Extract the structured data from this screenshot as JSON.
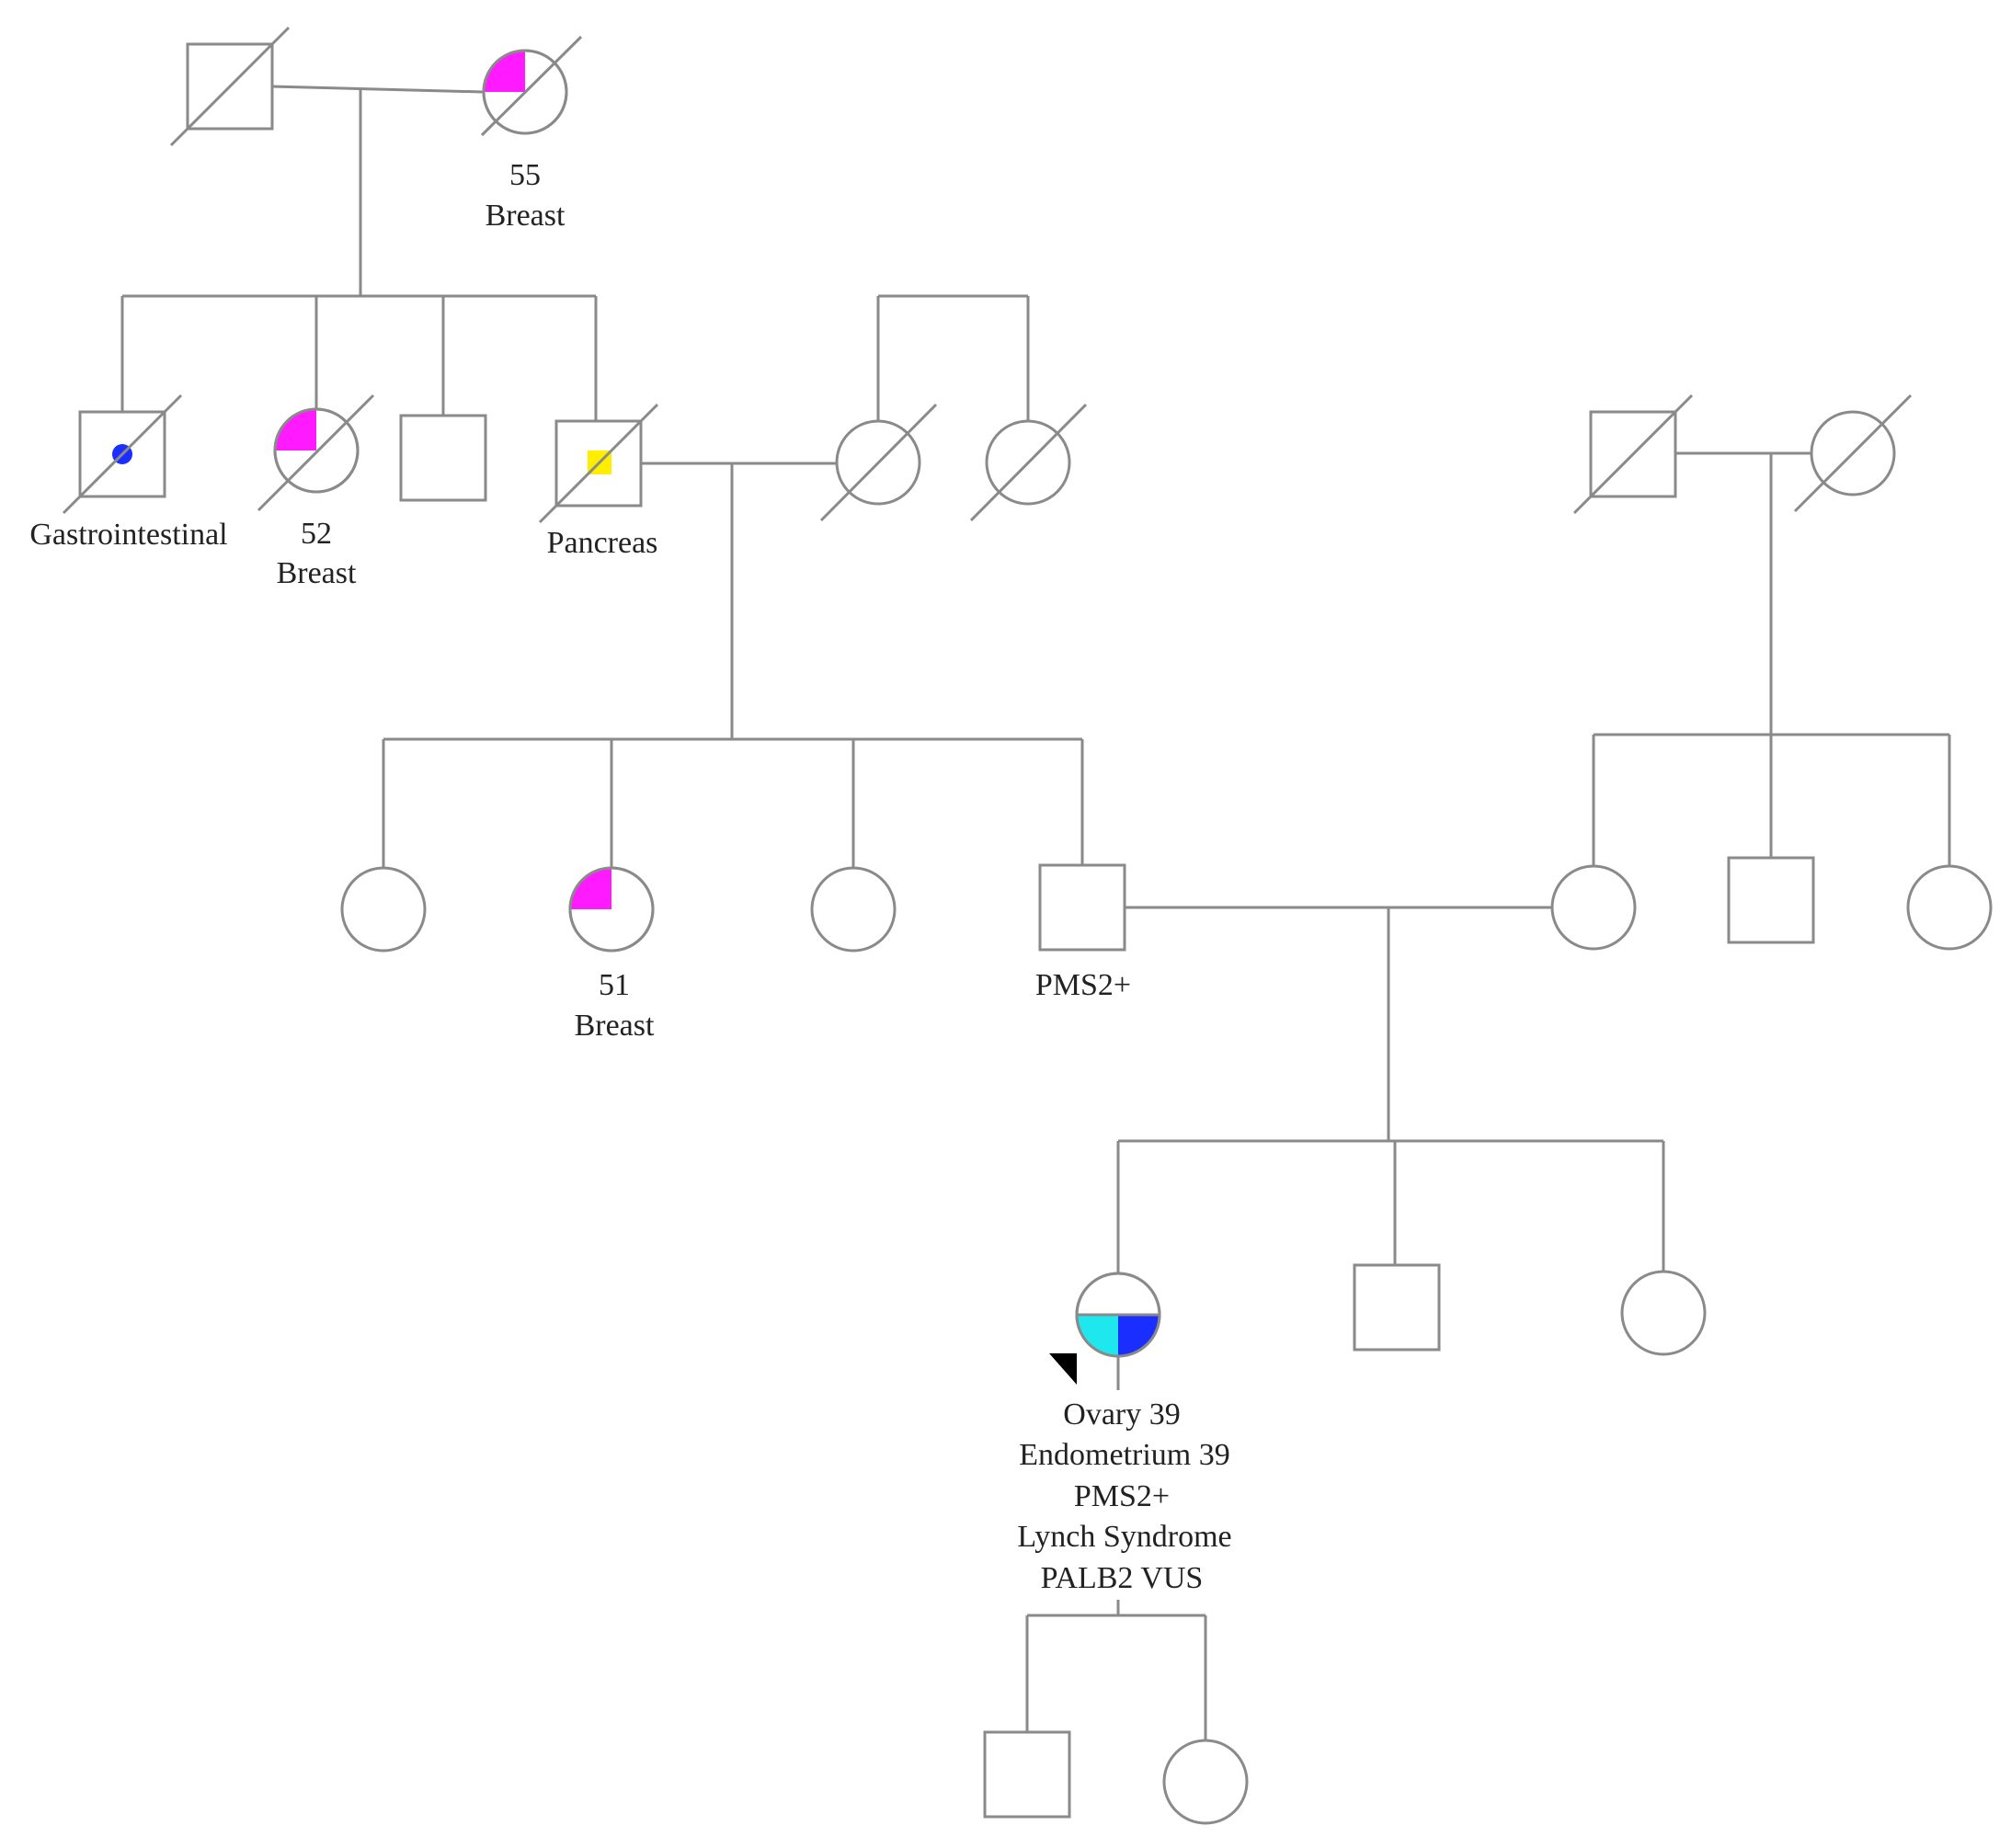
{
  "colors": {
    "breast": "#ff1aff",
    "gastrointestinal": "#1a2eff",
    "pancreas": "#ffee00",
    "ovary": "#1ee8ee",
    "endometrium": "#1a2eff",
    "line": "#8a8a8a",
    "proband_arrow": "#000000"
  },
  "individuals": [
    {
      "id": "g1-father",
      "sex": "male",
      "deceased": true,
      "labels": []
    },
    {
      "id": "g1-mother",
      "sex": "female",
      "deceased": true,
      "fill": "breast",
      "labels": [
        "55",
        "Breast"
      ]
    },
    {
      "id": "g2-brother-1",
      "sex": "male",
      "deceased": true,
      "marker": "gastrointestinal",
      "labels": [
        "Gastrointestinal"
      ]
    },
    {
      "id": "g2-sister",
      "sex": "female",
      "deceased": true,
      "fill": "breast",
      "labels": [
        "52",
        "Breast"
      ]
    },
    {
      "id": "g2-brother-2",
      "sex": "male",
      "deceased": false,
      "labels": []
    },
    {
      "id": "paternal-grandfather",
      "sex": "male",
      "deceased": true,
      "marker": "pancreas",
      "labels": [
        "Pancreas"
      ]
    },
    {
      "id": "paternal-grandmother",
      "sex": "female",
      "deceased": true,
      "labels": []
    },
    {
      "id": "grandmother-sister",
      "sex": "female",
      "deceased": true,
      "labels": []
    },
    {
      "id": "maternal-grandfather",
      "sex": "male",
      "deceased": true,
      "labels": []
    },
    {
      "id": "maternal-grandmother",
      "sex": "female",
      "deceased": true,
      "labels": []
    },
    {
      "id": "aunt-1",
      "sex": "female",
      "deceased": false,
      "labels": []
    },
    {
      "id": "aunt-2",
      "sex": "female",
      "deceased": false,
      "fill": "breast",
      "labels": [
        "51",
        "Breast"
      ]
    },
    {
      "id": "aunt-3",
      "sex": "female",
      "deceased": false,
      "labels": []
    },
    {
      "id": "father",
      "sex": "male",
      "deceased": false,
      "labels": [
        "PMS2+"
      ]
    },
    {
      "id": "mother",
      "sex": "female",
      "deceased": false,
      "labels": []
    },
    {
      "id": "maternal-uncle",
      "sex": "male",
      "deceased": false,
      "labels": []
    },
    {
      "id": "maternal-aunt",
      "sex": "female",
      "deceased": false,
      "labels": []
    },
    {
      "id": "proband",
      "sex": "female",
      "deceased": false,
      "proband": true,
      "fills": [
        "ovary",
        "endometrium"
      ],
      "labels": [
        "Ovary 39",
        "Endometrium 39",
        "PMS2+",
        "Lynch Syndrome",
        "PALB2 VUS"
      ]
    },
    {
      "id": "brother",
      "sex": "male",
      "deceased": false,
      "labels": []
    },
    {
      "id": "sister",
      "sex": "female",
      "deceased": false,
      "labels": []
    },
    {
      "id": "son",
      "sex": "male",
      "deceased": false,
      "labels": []
    },
    {
      "id": "daughter",
      "sex": "female",
      "deceased": false,
      "labels": []
    }
  ]
}
